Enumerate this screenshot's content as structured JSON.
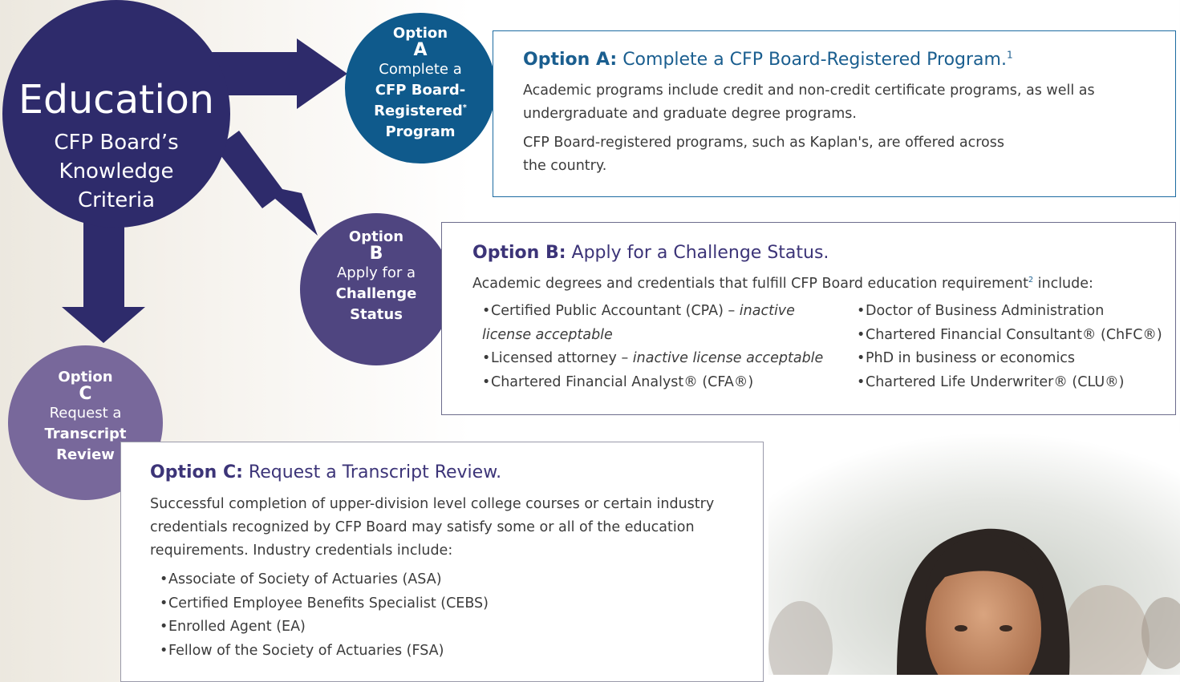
{
  "education": {
    "title": "Education",
    "subtitle": [
      "CFP Board’s",
      "Knowledge",
      "Criteria"
    ]
  },
  "circle_a": {
    "option": "Option",
    "letter": "A",
    "line1": "Complete a",
    "line2": "CFP Board-",
    "line3": "Registered",
    "line3_sup": "*",
    "line4": "Program"
  },
  "circle_b": {
    "option": "Option",
    "letter": "B",
    "line1": "Apply for a",
    "line2": "Challenge",
    "line3": "Status"
  },
  "circle_c": {
    "option": "Option",
    "letter": "C",
    "line1": "Request a",
    "line2": "Transcript",
    "line3": "Review"
  },
  "box_a": {
    "title_prefix": "Option A:",
    "title": "Complete a CFP Board-Registered Program.",
    "title_sup": "1",
    "para1": [
      "Academic programs include credit and non-credit certificate programs, as well as",
      "undergraduate and graduate degree programs."
    ],
    "para2": [
      "CFP Board-registered programs, such as Kaplan's, are offered across",
      "the country."
    ]
  },
  "box_b": {
    "title_prefix": "Option B:",
    "title": "Apply for a Challenge Status.",
    "intro_pre": "Academic degrees and credentials that fulfill CFP Board education requirement",
    "intro_sup": "2",
    "intro_post": " include:",
    "left": [
      {
        "text": "Certified Public Accountant (CPA) – ",
        "em": "inactive",
        "cont": "license acceptable"
      },
      {
        "text": "Licensed attorney – ",
        "em": "inactive license acceptable"
      },
      {
        "text": "Chartered Financial Analyst® (CFA®)"
      }
    ],
    "right": [
      "Doctor of Business Administration",
      "Chartered Financial Consultant® (ChFC®)",
      "PhD in business or economics",
      "Chartered Life Underwriter® (CLU®)"
    ]
  },
  "box_c": {
    "title_prefix": "Option C:",
    "title": "Request a Transcript Review.",
    "para": [
      "Successful completion of upper-division level college courses or certain industry",
      "credentials recognized by CFP Board may satisfy some or all of the education",
      "requirements. Industry credentials include:"
    ],
    "items": [
      "Associate of Society of Actuaries (ASA)",
      "Certified Employee Benefits Specialist (CEBS)",
      "Enrolled Agent (EA)",
      "Fellow of the Society of Actuaries (FSA)"
    ]
  },
  "colors": {
    "navy": "#2e2b6b",
    "option_a": "#0f5a8c",
    "option_b": "#4f4580",
    "option_c": "#78689b"
  }
}
